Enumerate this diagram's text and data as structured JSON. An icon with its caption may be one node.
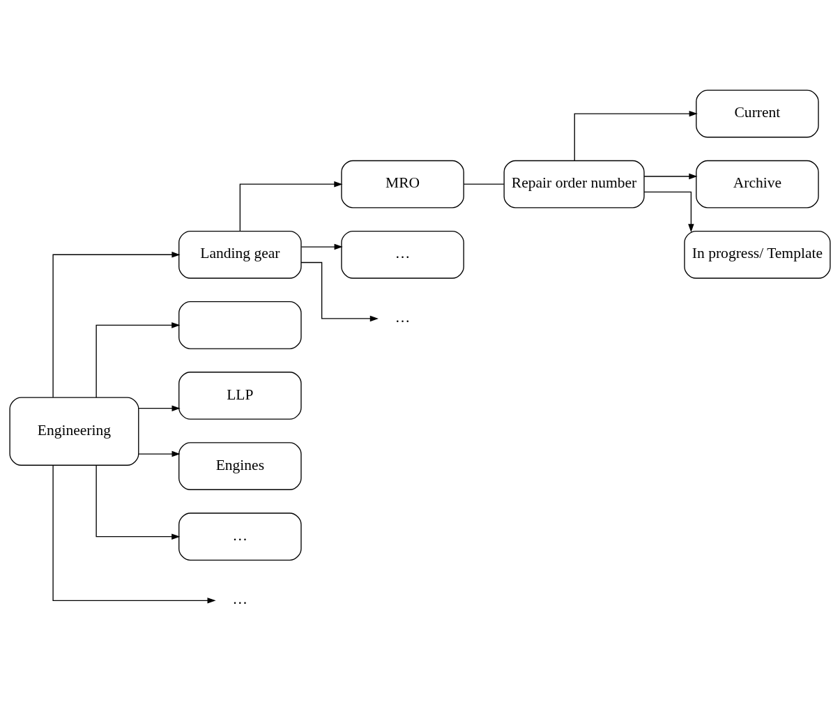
{
  "diagram": {
    "nodes": [
      {
        "text": [
          "Engineering"
        ]
      },
      {
        "text": [
          "Landing gear"
        ]
      },
      {
        "text": [],
        "shape": "box"
      },
      {
        "text": [
          "LLP"
        ]
      },
      {
        "text": [
          "Engines"
        ]
      },
      {
        "text": [
          "…"
        ]
      },
      {
        "text": [
          "…"
        ]
      },
      {
        "text": [
          "MRO"
        ]
      },
      {
        "text": [
          "…"
        ]
      },
      {
        "text": [
          "…"
        ]
      },
      {
        "text": [
          "Repair order number"
        ]
      },
      {
        "text": [
          "Current"
        ]
      },
      {
        "text": [
          "Archive"
        ]
      },
      {
        "text": [
          "In progress/ Template"
        ]
      }
    ],
    "edges": [
      {
        "from": 0,
        "to": 1,
        "arrow": "to"
      },
      {
        "from": 0,
        "to": 2,
        "arrow": "to"
      },
      {
        "from": 0,
        "to": 3,
        "arrow": "to"
      },
      {
        "from": 0,
        "to": 4,
        "arrow": "to"
      },
      {
        "from": 0,
        "to": 5,
        "arrow": "to"
      },
      {
        "from": 0,
        "to": 6,
        "arrow": "to"
      },
      {
        "from": 1,
        "to": 7,
        "arrow": "to"
      },
      {
        "from": 1,
        "to": 8,
        "arrow": "to"
      },
      {
        "from": 1,
        "to": 9,
        "arrow": "to"
      },
      {
        "from": 7,
        "to": 10,
        "arrow": "none"
      },
      {
        "from": 10,
        "to": 11,
        "arrow": "to"
      },
      {
        "from": 10,
        "to": 12,
        "arrow": "to"
      },
      {
        "from": 10,
        "to": 13,
        "arrow": "to"
      }
    ]
  }
}
